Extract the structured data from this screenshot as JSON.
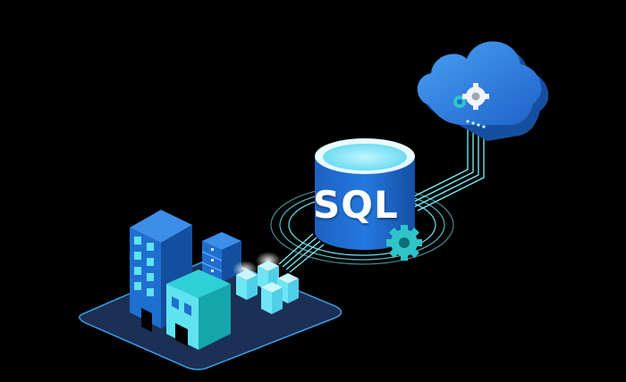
{
  "illustration": {
    "title": "SQL database cloud connectivity",
    "sql_text": "SQL",
    "elements": [
      "city-platform",
      "office-tower",
      "small-building",
      "server-rack",
      "data-cubes",
      "sql-database-cylinder",
      "gear",
      "cloud-with-gears",
      "connection-lines"
    ]
  },
  "colors": {
    "background": "#000000",
    "platform": "#1c2f55",
    "platform_edge": "#3aa0e8",
    "blue_primary": "#1f6fd0",
    "blue_dark": "#134f9e",
    "blue_light": "#3d8ee8",
    "cyan": "#5fe3f0",
    "teal": "#1fb3b5",
    "cloud": "#2f7fe0",
    "line": "#7ff3ff"
  }
}
